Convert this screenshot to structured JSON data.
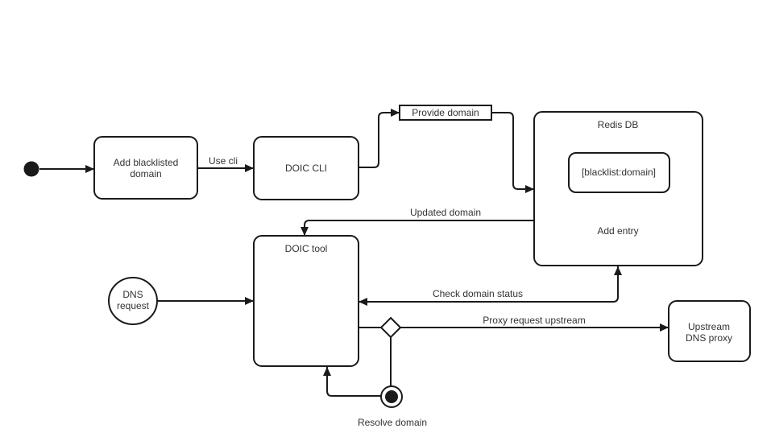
{
  "colors": {
    "stroke": "#1a1a1a",
    "fill": "#ffffff",
    "text": "#333333",
    "canvas": "#ffffff"
  },
  "nodes": {
    "add_blacklisted_domain": {
      "line1": "Add blacklisted",
      "line2": "domain"
    },
    "doic_cli": {
      "label": "DOIC CLI"
    },
    "provide_domain": {
      "label": "Provide domain"
    },
    "redis_db": {
      "label": "Redis DB"
    },
    "blacklist_domain": {
      "label": "[blacklist:domain]"
    },
    "doic_tool": {
      "label": "DOIC tool"
    },
    "dns_request": {
      "line1": "DNS",
      "line2": "request"
    },
    "upstream_dns_proxy": {
      "line1": "Upstream",
      "line2": "DNS proxy"
    }
  },
  "edge_labels": {
    "use_cli": "Use cli",
    "updated_domain": "Updated domain",
    "add_entry": "Add entry",
    "check_domain_status": "Check domain status",
    "proxy_request_upstream": "Proxy request upstream",
    "resolve_domain": "Resolve domain"
  }
}
